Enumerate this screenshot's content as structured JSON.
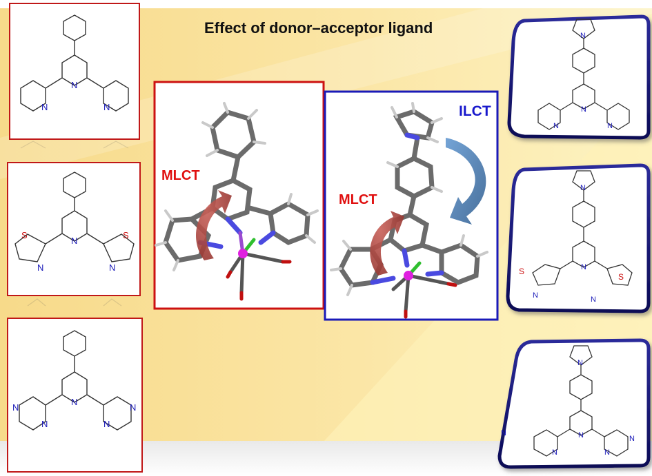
{
  "title": "Effect of donor–acceptor ligand",
  "labels": {
    "mlct_left": "MLCT",
    "mlct_right": "MLCT",
    "ilct": "ILCT"
  },
  "atoms": {
    "n": "N",
    "s": "S"
  },
  "colors": {
    "left_frame": "#cc1111",
    "right_frame": "#1a1ab8",
    "mlct_text": "#e01010",
    "ilct_text": "#1818cc",
    "mlct_arrow": "#a73d36",
    "ilct_arrow": "#4f7fb4",
    "background": "#fbe9a7"
  }
}
